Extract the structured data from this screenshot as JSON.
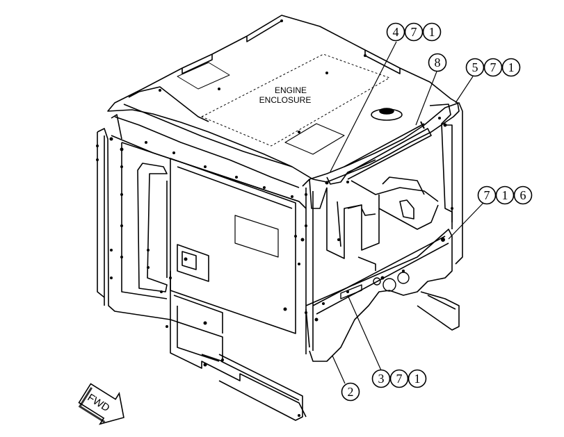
{
  "title_label": {
    "line1": "ENGINE",
    "line2": "ENCLOSURE"
  },
  "direction_arrow": {
    "label": "FWD",
    "icon": "fwd-arrow-icon"
  },
  "callouts": [
    {
      "id": "callout-4-7-1",
      "digits": [
        "4",
        "7",
        "1"
      ]
    },
    {
      "id": "callout-8",
      "digits": [
        "8"
      ]
    },
    {
      "id": "callout-5-7-1",
      "digits": [
        "5",
        "7",
        "1"
      ]
    },
    {
      "id": "callout-7-1-6",
      "digits": [
        "7",
        "1",
        "6"
      ]
    },
    {
      "id": "callout-3-7-1",
      "digits": [
        "3",
        "7",
        "1"
      ]
    },
    {
      "id": "callout-2",
      "digits": [
        "2"
      ]
    }
  ],
  "colors": {
    "line": "#000000",
    "background": "#ffffff"
  }
}
